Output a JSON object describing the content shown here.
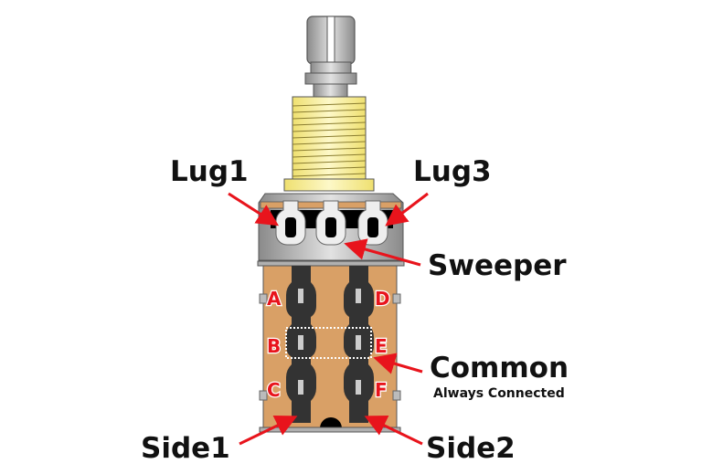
{
  "labels": {
    "lug1": "Lug1",
    "lug3": "Lug3",
    "sweeper": "Sweeper",
    "common": "Common",
    "common_note": "Always Connected",
    "side1": "Side1",
    "side2": "Side2"
  },
  "pins": [
    "A",
    "B",
    "C",
    "D",
    "E",
    "F"
  ],
  "colors": {
    "arrow": "#e8141c",
    "switch_body": "#d9a066",
    "contact_strip": "#333333",
    "bushing": "#f5e98a",
    "metal": "#a8a8a8"
  }
}
